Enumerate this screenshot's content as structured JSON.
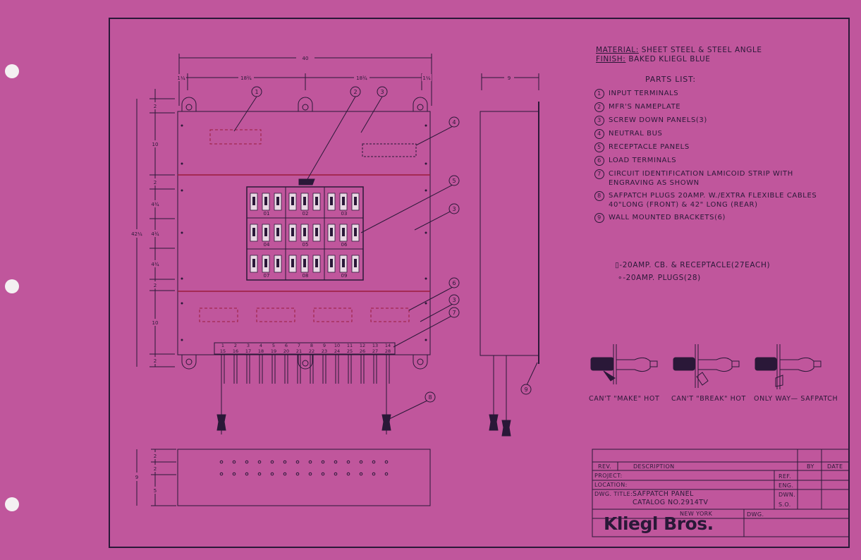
{
  "sheet": {
    "material_label": "MATERIAL:",
    "material_value": "SHEET STEEL & STEEL ANGLE",
    "finish_label": "FINISH:",
    "finish_value": "BAKED KLIEGL BLUE"
  },
  "parts_list": {
    "title": "PARTS LIST:",
    "items": [
      {
        "num": "1",
        "text": "INPUT TERMINALS"
      },
      {
        "num": "2",
        "text": "MFR'S NAMEPLATE"
      },
      {
        "num": "3",
        "text": "SCREW DOWN PANELS(3)"
      },
      {
        "num": "4",
        "text": "NEUTRAL BUS"
      },
      {
        "num": "5",
        "text": "RECEPTACLE PANELS"
      },
      {
        "num": "6",
        "text": "LOAD TERMINALS"
      },
      {
        "num": "7",
        "text": "CIRCUIT IDENTIFICATION LAMICOID STRIP WITH\nENGRAVING AS SHOWN"
      },
      {
        "num": "8",
        "text": "SAFPATCH PLUGS 20AMP. W./EXTRA FLEXIBLE CABLES\n40\"LONG (FRONT) & 42\" LONG (REAR)"
      },
      {
        "num": "9",
        "text": "WALL MOUNTED BRACKETS(6)"
      }
    ]
  },
  "legend": {
    "receptacle": "-20AMP. CB. & RECEPTACLE(27EACH)",
    "plugs": "-20AMP. PLUGS(28)"
  },
  "plug_captions": [
    "CAN'T \"MAKE\" HOT",
    "CAN'T \"BREAK\" HOT",
    "ONLY WAY— SAFPATCH"
  ],
  "dimensions": {
    "overall_width": "40",
    "left_edge": "1¼",
    "left_span": "18¾",
    "right_span": "18¾",
    "right_edge": "1¼",
    "side_width": "9",
    "overall_height": "42¼",
    "v_segments": [
      "2",
      "10",
      "2",
      "4¾",
      "4¾",
      "4¾",
      "2",
      "10",
      "2"
    ],
    "bottom_overall": "9",
    "bottom_segments": [
      "2",
      "2",
      "5"
    ]
  },
  "callouts": {
    "c1": "1",
    "c2": "2",
    "c3a": "3",
    "c4": "4",
    "c5": "5",
    "c3b": "3",
    "c6": "6",
    "c3c": "3",
    "c7": "7",
    "c8": "8",
    "c9": "9"
  },
  "receptacle_labels": [
    "01",
    "02",
    "03",
    "04",
    "05",
    "06",
    "07",
    "08",
    "09"
  ],
  "strip_top": [
    "1",
    "2",
    "3",
    "4",
    "5",
    "6",
    "7",
    "8",
    "9",
    "10",
    "11",
    "12",
    "13",
    "14"
  ],
  "strip_bottom": [
    "15",
    "16",
    "17",
    "18",
    "19",
    "20",
    "21",
    "22",
    "23",
    "24",
    "25",
    "26",
    "27",
    "28"
  ],
  "title_block": {
    "rev": "REV.",
    "description": "DESCRIPTION",
    "by": "BY",
    "date": "DATE",
    "project": "PROJECT:",
    "location": "LOCATION:",
    "dwg_title_label": "DWG. TITLE:",
    "dwg_title_1": "SAFPATCH PANEL",
    "dwg_title_2": "CATALOG NO.2914TV",
    "ref": "REF.",
    "eng": "ENG.",
    "dwn": "DWN.",
    "so": "S.O.",
    "dwg": "DWG.",
    "company": "Kliegl Bros.",
    "city": "NEW YORK"
  },
  "colors": {
    "paper": "#c0569c",
    "ink": "#2a1838",
    "red_line": "#9a1c3c",
    "hole": "#f4f0f2"
  }
}
